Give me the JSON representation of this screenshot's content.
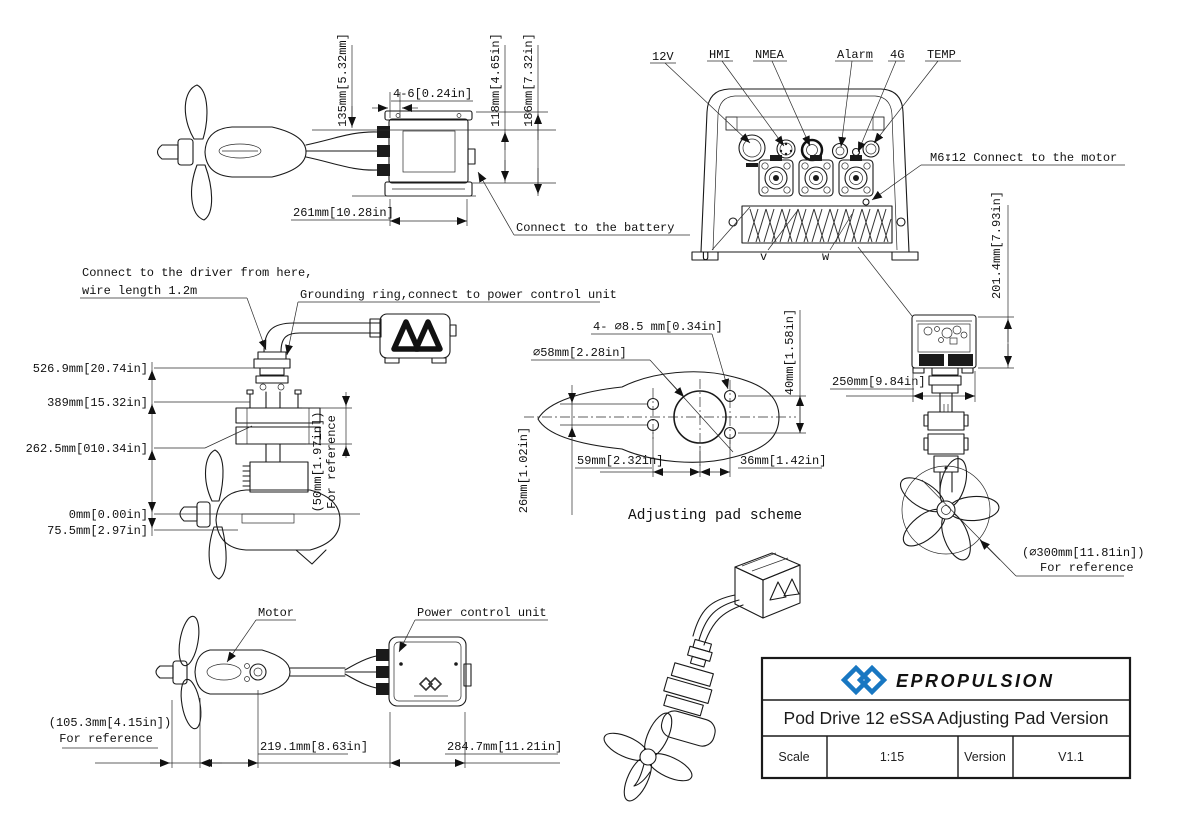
{
  "brand": {
    "name": "EPROPULSION",
    "color": "#1877c2"
  },
  "title_block": {
    "title": "Pod Drive 12 eSSA Adjusting Pad Version",
    "scale_label": "Scale",
    "scale_value": "1:15",
    "version_label": "Version",
    "version_value": "V1.1"
  },
  "top_view_upper": {
    "dim_135": "135mm[5.32mm]",
    "dim_46": "4-6[0.24in]",
    "dim_118": "118mm[4.65in]",
    "dim_186": "186mm[7.32in]",
    "dim_261": "261mm[10.28in]",
    "callout_battery": "Connect to the battery"
  },
  "pcu_front": {
    "label_12v": "12V",
    "label_hmi": "HMI",
    "label_nmea": "NMEA",
    "label_alarm": "Alarm",
    "label_4g": "4G",
    "label_temp": "TEMP",
    "callout_m6": "M6↧12  Connect to the motor",
    "label_u": "U",
    "label_v": "v",
    "label_w": "w",
    "dim_201": "201.4mm[7.93in]"
  },
  "side_view": {
    "callout_driver_line1": "Connect to the driver from here,",
    "callout_driver_line2": "wire length 1.2m",
    "callout_grounding": "Grounding ring,connect to power control unit",
    "dim_526": "526.9mm[20.74in]",
    "dim_389": "389mm[15.32in]",
    "dim_262": "262.5mm[010.34in]",
    "dim_0": "0mm[0.00in]",
    "dim_75": "75.5mm[2.97in]",
    "dim_50_line1": "(50mm[1.97in])",
    "dim_50_line2": "For reference"
  },
  "adjusting_pad": {
    "callout_holes": "4- ⌀8.5 mm[0.34in]",
    "callout_bore": "⌀58mm[2.28in]",
    "dim_40": "40mm[1.58in]",
    "dim_26": "26mm[1.02in]",
    "dim_59": "59mm[2.32in]",
    "dim_36": "36mm[1.42in]",
    "caption": "Adjusting pad scheme"
  },
  "rear_view": {
    "dim_250": "250mm[9.84in]",
    "ref_dia_line1": "(⌀300mm[11.81in])",
    "ref_dia_line2": "For reference"
  },
  "top_view_lower": {
    "label_motor": "Motor",
    "label_pcu": "Power control unit",
    "ref_105_line1": "(105.3mm[4.15in])",
    "ref_105_line2": "For reference",
    "dim_219": "219.1mm[8.63in]",
    "dim_284": "284.7mm[11.21in]"
  }
}
